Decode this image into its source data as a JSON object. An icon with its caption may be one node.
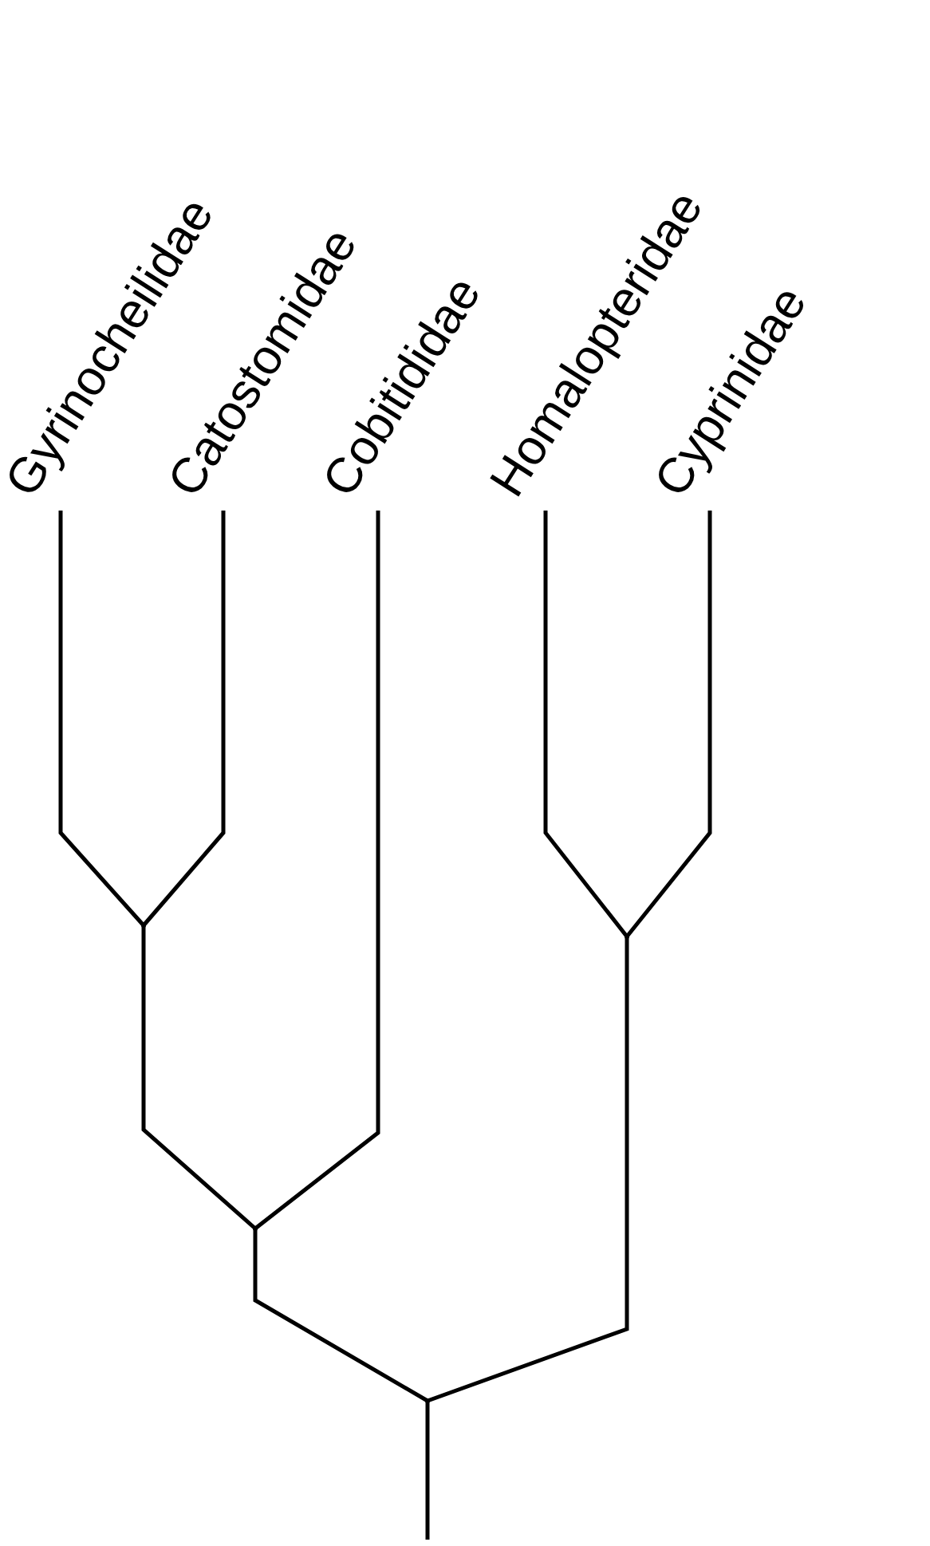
{
  "diagram": {
    "nodes": [
      {
        "text": [
          "Gyrinocheilidae"
        ]
      },
      {
        "text": [
          "Catostomidae"
        ]
      },
      {
        "text": [
          "Cobitididae"
        ]
      },
      {
        "text": [
          "Homalopteridae"
        ]
      },
      {
        "text": [
          "Cyprinidae"
        ]
      },
      {
        "text": [],
        "shape": "point"
      },
      {
        "text": [],
        "shape": "point"
      },
      {
        "text": [],
        "shape": "point"
      },
      {
        "text": [],
        "shape": "point"
      }
    ],
    "edges": [
      {
        "from": 8,
        "to": 6,
        "arrow": "none"
      },
      {
        "from": 8,
        "to": 7,
        "arrow": "none"
      },
      {
        "from": 6,
        "to": 5,
        "arrow": "none"
      },
      {
        "from": 6,
        "to": 2,
        "arrow": "none"
      },
      {
        "from": 5,
        "to": 0,
        "arrow": "none"
      },
      {
        "from": 5,
        "to": 1,
        "arrow": "none"
      },
      {
        "from": 7,
        "to": 3,
        "arrow": "none"
      },
      {
        "from": 7,
        "to": 4,
        "arrow": "none"
      },
      {
        "from": 8,
        "to": null,
        "arrow": "none"
      }
    ]
  }
}
